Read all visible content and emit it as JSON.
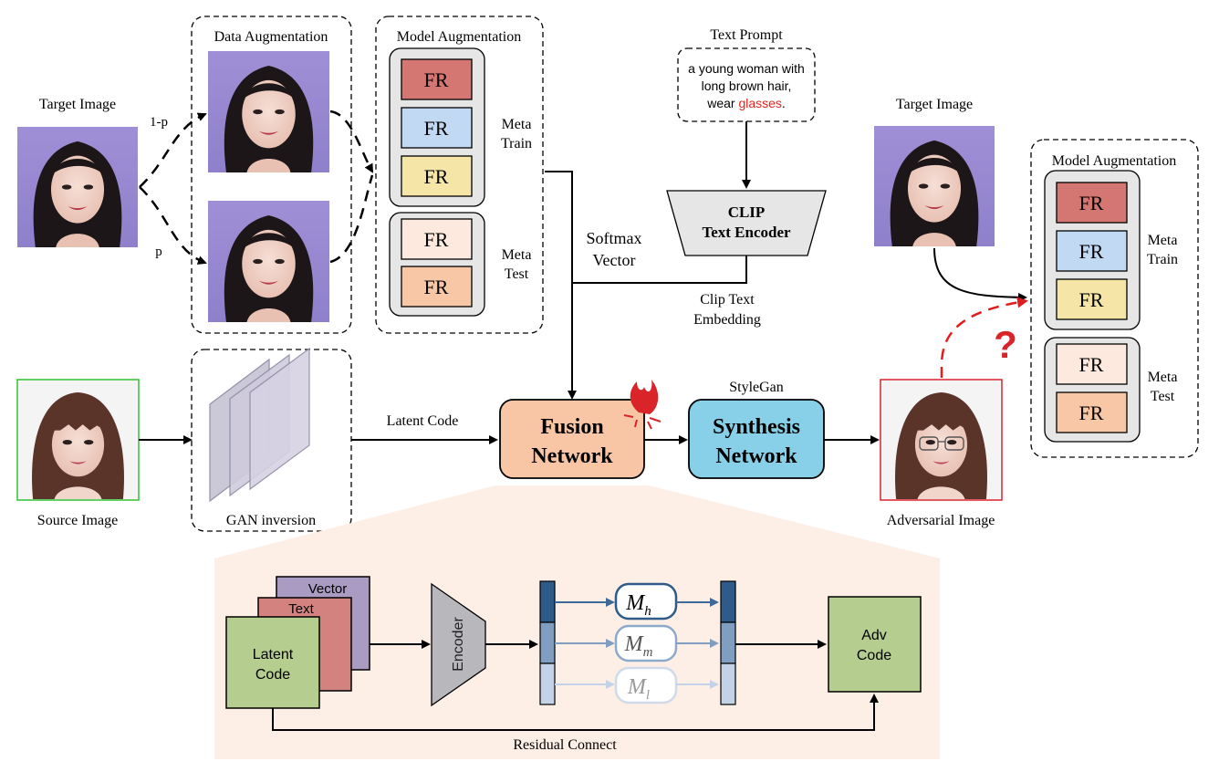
{
  "labels": {
    "target_image_left": "Target Image",
    "one_minus_p": "1-p",
    "p": "p",
    "data_augmentation": "Data Augmentation",
    "model_augmentation_top": "Model Augmentation",
    "fr": "FR",
    "meta_train": [
      "Meta",
      "Train"
    ],
    "meta_test": [
      "Meta",
      "Test"
    ],
    "softmax_vector": [
      "Softmax",
      "Vector"
    ],
    "text_prompt": "Text Prompt",
    "prompt_lines": [
      "a young woman with",
      "long brown hair,"
    ],
    "prompt_wear": "wear ",
    "prompt_glasses": "glasses",
    "prompt_period": ".",
    "clip_encoder": [
      "CLIP",
      "Text Encoder"
    ],
    "clip_text_embedding": [
      "Clip Text",
      "Embedding"
    ],
    "target_image_right": "Target Image",
    "model_augmentation_right": "Model Augmentation",
    "question_mark": "?",
    "source_image": "Source Image",
    "gan_inversion": "GAN inversion",
    "latent_code": "Latent Code",
    "fusion_network": [
      "Fusion",
      "Network"
    ],
    "stylegan": "StyleGan",
    "synthesis_network": [
      "Synthesis",
      "Network"
    ],
    "adversarial_image": "Adversarial Image",
    "bottom_vector": "Vector",
    "bottom_text": "Text",
    "bottom_latent_code": [
      "Latent",
      "Code"
    ],
    "encoder": "Encoder",
    "m_h": "M",
    "m_h_sub": "h",
    "m_m": "M",
    "m_m_sub": "m",
    "m_l": "M",
    "m_l_sub": "l",
    "adv_code": [
      "Adv",
      "Code"
    ],
    "residual_connect": "Residual Connect"
  },
  "colors": {
    "fr_red": "#d47672",
    "fr_blue": "#c2d9f3",
    "fr_yellow": "#f5e6a8",
    "fr_cream": "#fde9dd",
    "fr_peach": "#f8c7a6",
    "fusion": "#f8c5a5",
    "synthesis": "#87d0e8",
    "green_box": "#b5cd8e",
    "red_layer": "#d4827f",
    "purple_layer": "#a99bc2",
    "glasses_red": "#e8231d",
    "panel_bg": "#fdeee6"
  }
}
